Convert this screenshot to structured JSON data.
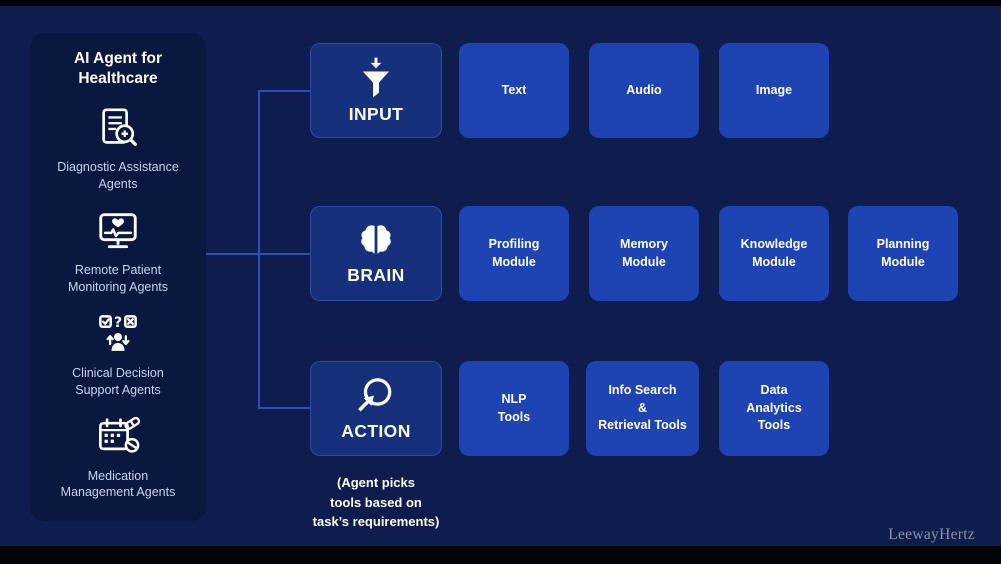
{
  "colors": {
    "background": "#0E1D4D",
    "panel": "#0A173E",
    "category_block": "#16307C",
    "tile": "#1E43B2",
    "connector": "#2E4FB8",
    "sidebar_label": "#C7D3F2",
    "watermark": "#8E9399"
  },
  "sidebar": {
    "title": "AI Agent for\nHealthcare",
    "items": [
      {
        "icon": "diagnostic-report-icon",
        "label": "Diagnostic Assistance\nAgents"
      },
      {
        "icon": "patient-monitor-icon",
        "label": "Remote Patient\nMonitoring Agents"
      },
      {
        "icon": "decision-support-icon",
        "label": "Clinical Decision\nSupport Agents"
      },
      {
        "icon": "medication-calendar-icon",
        "label": "Medication\nManagement Agents"
      }
    ]
  },
  "rows": [
    {
      "category": {
        "label": "INPUT",
        "icon": "funnel-icon"
      },
      "tiles": [
        {
          "label": "Text"
        },
        {
          "label": "Audio"
        },
        {
          "label": "Image"
        }
      ]
    },
    {
      "category": {
        "label": "BRAIN",
        "icon": "brain-icon"
      },
      "tiles": [
        {
          "label": "Profiling\nModule"
        },
        {
          "label": "Memory\nModule"
        },
        {
          "label": "Knowledge\nModule"
        },
        {
          "label": "Planning\nModule"
        }
      ]
    },
    {
      "category": {
        "label": "ACTION",
        "icon": "cursor-swirl-icon"
      },
      "tiles": [
        {
          "label": "NLP\nTools"
        },
        {
          "label": "Info Search\n&\nRetrieval Tools"
        },
        {
          "label": "Data\nAnalytics\nTools"
        }
      ],
      "caption": "(Agent picks\ntools based on\ntask’s requirements)"
    }
  ],
  "watermark": "LeewayHertz"
}
